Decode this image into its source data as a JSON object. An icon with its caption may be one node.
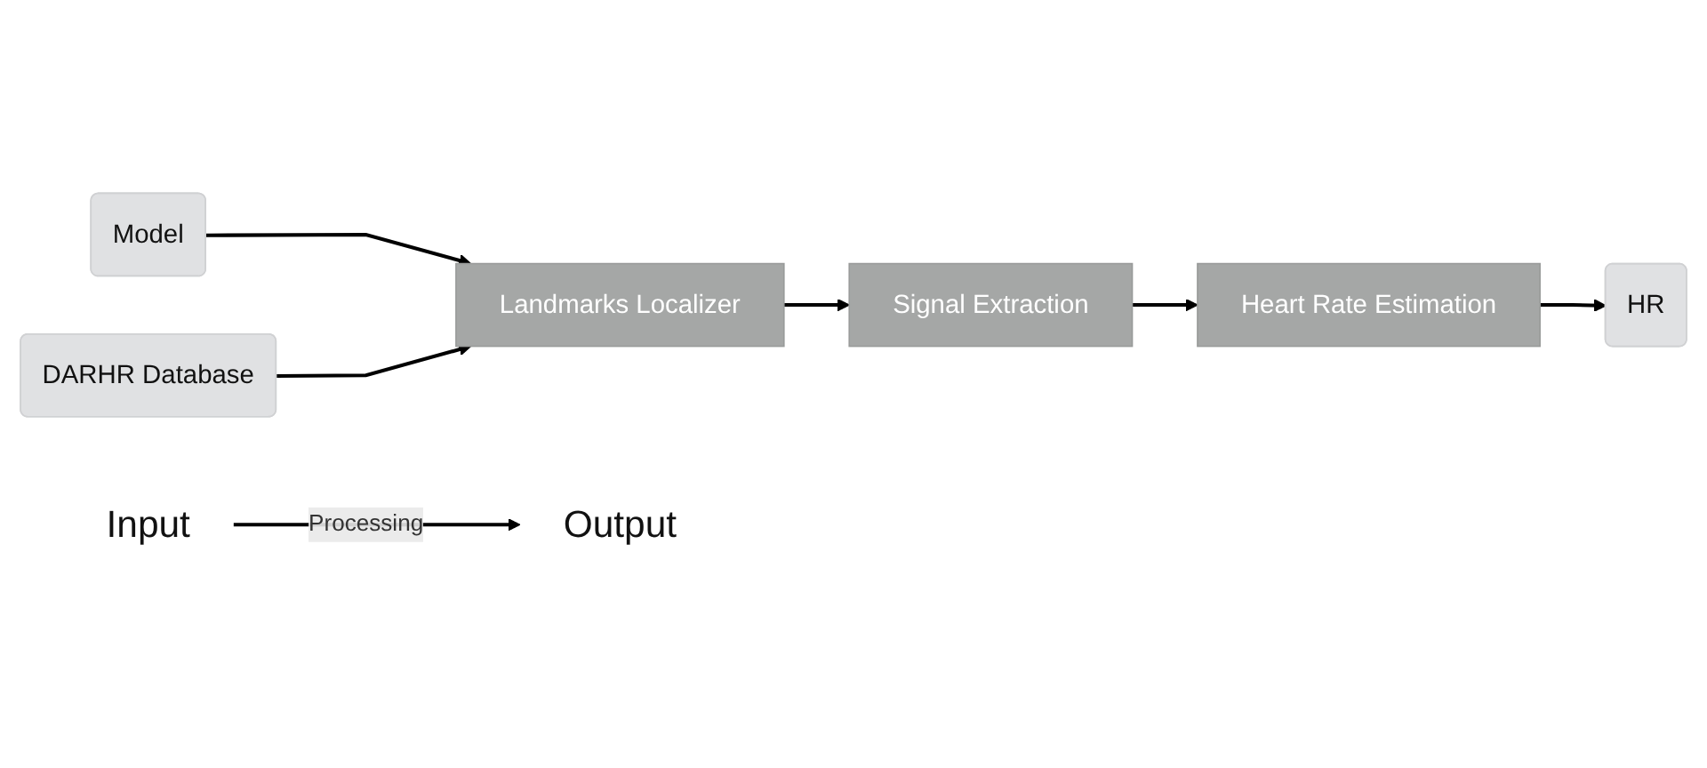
{
  "diagram": {
    "nodes": [
      {
        "text": [
          "Model"
        ]
      },
      {
        "text": [
          "DARHR Database"
        ]
      },
      {
        "text": [
          "Landmarks Localizer"
        ]
      },
      {
        "text": [
          "Signal Extraction"
        ]
      },
      {
        "text": [
          "Heart Rate Estimation"
        ]
      },
      {
        "text": [
          "HR"
        ]
      },
      {
        "text": [
          "Input"
        ]
      },
      {
        "text": [
          "Output"
        ]
      }
    ],
    "edges": [
      {
        "from": 0,
        "to": 2,
        "arrow": "to"
      },
      {
        "from": 1,
        "to": 2,
        "arrow": "to"
      },
      {
        "from": 2,
        "to": 3,
        "arrow": "to"
      },
      {
        "from": 3,
        "to": 4,
        "arrow": "to"
      },
      {
        "from": 4,
        "to": 5,
        "arrow": "to"
      },
      {
        "from": 6,
        "to": 7,
        "arrow": "to",
        "label": "Processing"
      }
    ]
  }
}
